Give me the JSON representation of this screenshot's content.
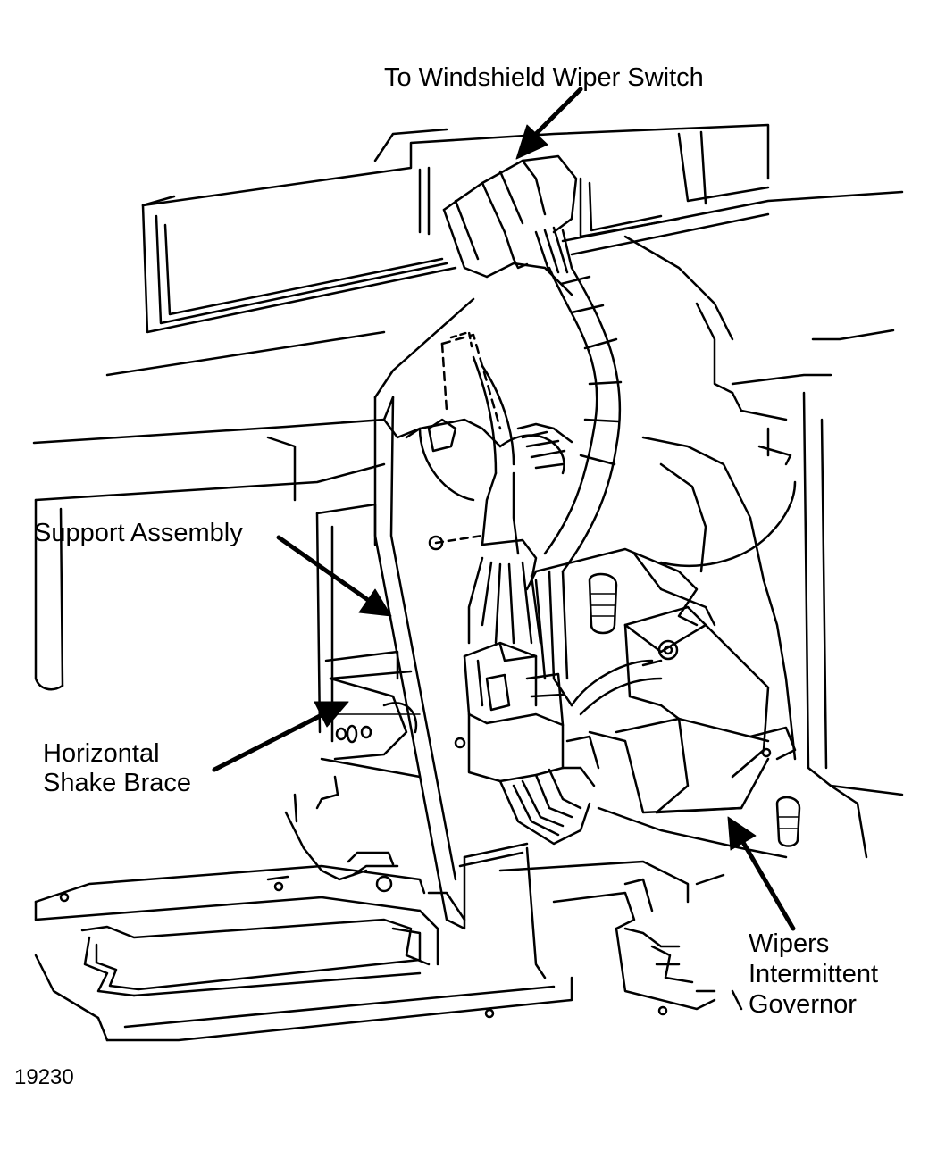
{
  "labels": {
    "wiper_switch": "To Windshield Wiper Switch",
    "support_assembly": "Support Assembly",
    "shake_brace": [
      "Horizontal",
      "Shake Brace"
    ],
    "governor": [
      "Wipers",
      "Intermittent",
      "Governor"
    ],
    "figure_number": "19230"
  },
  "colors": {
    "ink": "#000000",
    "paper": "#ffffff"
  }
}
